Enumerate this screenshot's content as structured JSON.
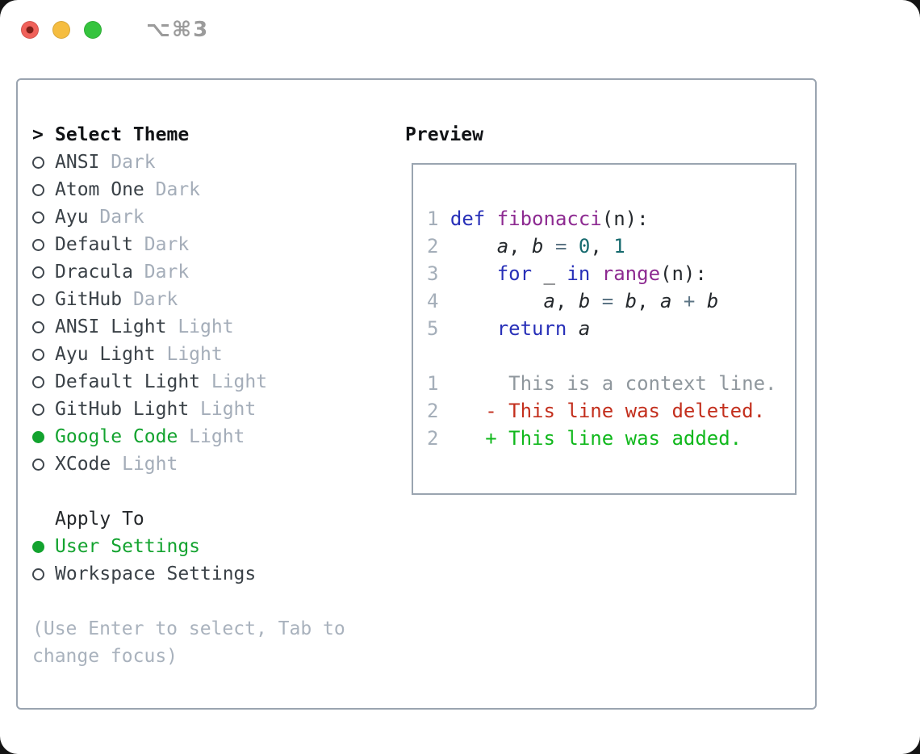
{
  "window": {
    "title": "⌥⌘3",
    "buttons": {
      "close": "close-button",
      "minimize": "minimize-button",
      "zoom": "zoom-button"
    }
  },
  "colors": {
    "selection_green": "#13a32f",
    "diff_added_green": "#10b81c",
    "diff_deleted_red": "#c32f1d",
    "context_gray": "#8f979d",
    "keyword_blue": "#2830b8",
    "function_purple": "#8d2a91",
    "literal_teal": "#166a6e",
    "muted_tag_gray": "#a4adb9",
    "panel_border_gray": "#9aa4b0",
    "traffic_red": "#f0615a",
    "traffic_yellow": "#f5bd40",
    "traffic_green": "#35c43e"
  },
  "theme_selector": {
    "header_prefix": ">",
    "header": "Select Theme",
    "items": [
      {
        "name": "ANSI",
        "variant": "Dark",
        "selected": false
      },
      {
        "name": "Atom One",
        "variant": "Dark",
        "selected": false
      },
      {
        "name": "Ayu",
        "variant": "Dark",
        "selected": false
      },
      {
        "name": "Default",
        "variant": "Dark",
        "selected": false
      },
      {
        "name": "Dracula",
        "variant": "Dark",
        "selected": false
      },
      {
        "name": "GitHub",
        "variant": "Dark",
        "selected": false
      },
      {
        "name": "ANSI Light",
        "variant": "Light",
        "selected": false
      },
      {
        "name": "Ayu Light",
        "variant": "Light",
        "selected": false
      },
      {
        "name": "Default Light",
        "variant": "Light",
        "selected": false
      },
      {
        "name": "GitHub Light",
        "variant": "Light",
        "selected": false
      },
      {
        "name": "Google Code",
        "variant": "Light",
        "selected": true
      },
      {
        "name": "XCode",
        "variant": "Light",
        "selected": false
      }
    ]
  },
  "apply_to": {
    "label": "Apply To",
    "options": [
      {
        "label": "User Settings",
        "selected": true
      },
      {
        "label": "Workspace Settings",
        "selected": false
      }
    ]
  },
  "help_text": "(Use Enter to select, Tab to change focus)",
  "preview": {
    "header": "Preview",
    "code_lines": [
      {
        "num": "1",
        "tokens": [
          [
            "def",
            "kw"
          ],
          [
            " ",
            "pl"
          ],
          [
            "fibonacci",
            "fn"
          ],
          [
            "(n):",
            "pl"
          ]
        ]
      },
      {
        "num": "2",
        "tokens": [
          [
            "    ",
            "pl"
          ],
          [
            "a",
            "var"
          ],
          [
            ", ",
            "pl"
          ],
          [
            "b",
            "var"
          ],
          [
            " ",
            "pl"
          ],
          [
            "=",
            "op"
          ],
          [
            " ",
            "pl"
          ],
          [
            "0",
            "lit"
          ],
          [
            ", ",
            "pl"
          ],
          [
            "1",
            "lit"
          ]
        ]
      },
      {
        "num": "3",
        "tokens": [
          [
            "    ",
            "pl"
          ],
          [
            "for",
            "kw"
          ],
          [
            " _ ",
            "pl"
          ],
          [
            "in",
            "kw"
          ],
          [
            " ",
            "pl"
          ],
          [
            "range",
            "fn"
          ],
          [
            "(n):",
            "pl"
          ]
        ]
      },
      {
        "num": "4",
        "tokens": [
          [
            "        ",
            "pl"
          ],
          [
            "a",
            "var"
          ],
          [
            ", ",
            "pl"
          ],
          [
            "b",
            "var"
          ],
          [
            " ",
            "pl"
          ],
          [
            "=",
            "op"
          ],
          [
            " ",
            "pl"
          ],
          [
            "b",
            "var"
          ],
          [
            ", ",
            "pl"
          ],
          [
            "a",
            "var"
          ],
          [
            " ",
            "pl"
          ],
          [
            "+",
            "op"
          ],
          [
            " ",
            "pl"
          ],
          [
            "b",
            "var"
          ]
        ]
      },
      {
        "num": "5",
        "tokens": [
          [
            "    ",
            "pl"
          ],
          [
            "return",
            "kw"
          ],
          [
            " ",
            "pl"
          ],
          [
            "a",
            "var"
          ]
        ]
      },
      {
        "num": "",
        "tokens": []
      },
      {
        "num": "1",
        "tokens": [
          [
            "     This is a context line.",
            "ctx"
          ]
        ]
      },
      {
        "num": "2",
        "tokens": [
          [
            "   ",
            "pl"
          ],
          [
            "- This line was deleted.",
            "del"
          ]
        ]
      },
      {
        "num": "2",
        "tokens": [
          [
            "   ",
            "pl"
          ],
          [
            "+ This line was added.",
            "add"
          ]
        ]
      }
    ]
  }
}
